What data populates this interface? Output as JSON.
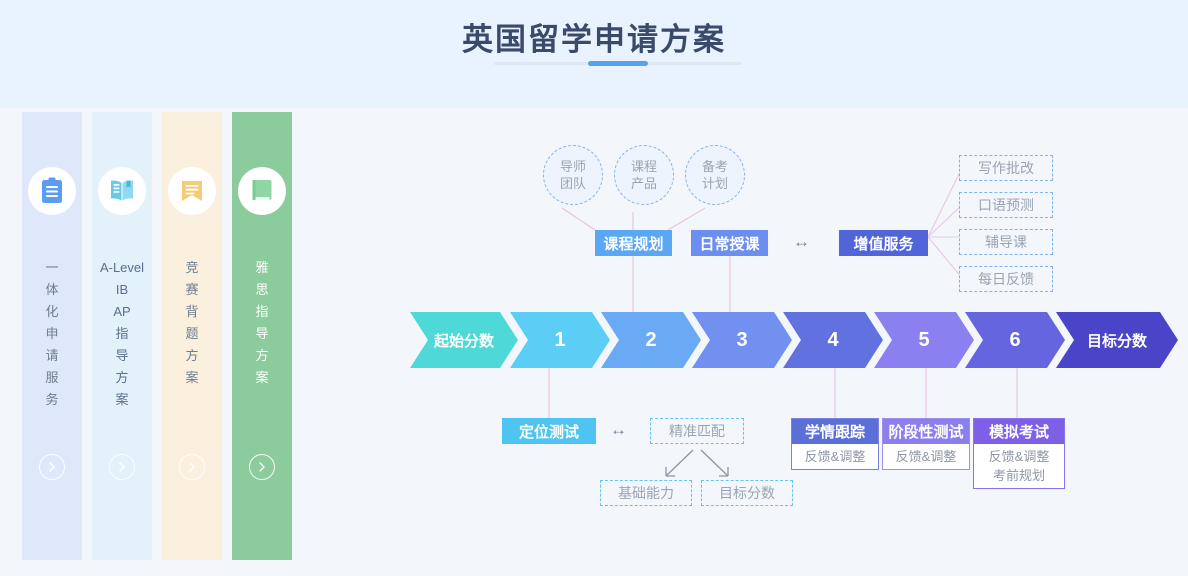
{
  "page": {
    "title": "英国留学申请方案",
    "bg_top": "#e9f2ff",
    "bg_bottom": "#f3f7fc",
    "accent": "#5aa0f0"
  },
  "cards": [
    {
      "icon": "clipboard-icon",
      "label": "一体化申请服务",
      "bg": "#dfe7fb",
      "icon_color": "#5b9bf0",
      "arrow": "chevron-right-icon"
    },
    {
      "icon": "open-book-icon",
      "label": "A-Level\nIB\nAP\n指导方案",
      "bg": "#e2f1fa",
      "icon_color": "#6cc8e8",
      "arrow": "chevron-right-icon"
    },
    {
      "icon": "bookmark-icon",
      "label": "竞赛背题方案",
      "bg": "#fbf0de",
      "icon_color": "#f5cb7a",
      "arrow": "chevron-right-icon"
    },
    {
      "icon": "closed-book-icon",
      "label": "雅思指导方案",
      "bg": "#8ccb9b",
      "icon_color": "#8fd6a4",
      "arrow": "chevron-right-icon"
    }
  ],
  "diagram": {
    "top_circles": [
      {
        "line1": "导师",
        "line2": "团队"
      },
      {
        "line1": "课程",
        "line2": "产品"
      },
      {
        "line1": "备考",
        "line2": "计划"
      }
    ],
    "top_pills": [
      {
        "label": "课程规划",
        "style": "filled-light"
      },
      {
        "label": "日常授课",
        "style": "filled-mid"
      },
      {
        "label": "增值服务",
        "style": "filled-deep"
      }
    ],
    "swap_icon_top": "↔",
    "value_services": [
      "写作批改",
      "口语预测",
      "辅导课",
      "每日反馈"
    ],
    "chevrons": [
      {
        "label": "起始分数",
        "color": "#4fd8d8",
        "type": "text"
      },
      {
        "label": "1",
        "color": "#5ccdf5",
        "type": "num"
      },
      {
        "label": "2",
        "color": "#6aaaf5",
        "type": "num"
      },
      {
        "label": "3",
        "color": "#7190f0",
        "type": "num"
      },
      {
        "label": "4",
        "color": "#6172e0",
        "type": "num"
      },
      {
        "label": "5",
        "color": "#8a80f0",
        "type": "num"
      },
      {
        "label": "6",
        "color": "#6565e0",
        "type": "num"
      },
      {
        "label": "目标分数",
        "color": "#4a44c8",
        "type": "text"
      }
    ],
    "bottom_pill": {
      "label": "定位测试",
      "style": "filled-cyan"
    },
    "swap_icon_bottom": "↔",
    "match_box": "精准匹配",
    "match_children": [
      "基础能力",
      "目标分数"
    ],
    "result_cards": [
      {
        "title": "学情跟踪",
        "head_color": "#5b6fd8",
        "lines": [
          "反馈&调整"
        ]
      },
      {
        "title": "阶段性测试",
        "head_color": "#8b7ff0",
        "lines": [
          "反馈&调整"
        ]
      },
      {
        "title": "模拟考试",
        "head_color": "#7d5fe8",
        "lines": [
          "反馈&调整",
          "考前规划"
        ]
      }
    ]
  }
}
